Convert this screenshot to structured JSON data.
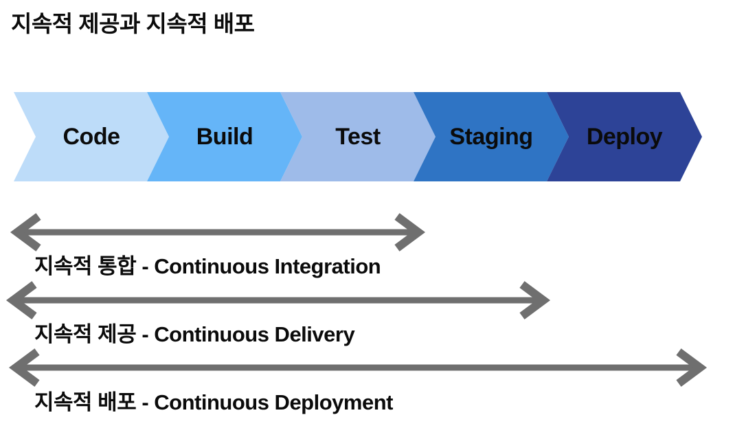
{
  "title": "지속적 제공과 지속적 배포",
  "pipeline": {
    "stages": [
      {
        "label": "Code",
        "color": "#bddcf9"
      },
      {
        "label": "Build",
        "color": "#65b5f8"
      },
      {
        "label": "Test",
        "color": "#9ebbe9"
      },
      {
        "label": "Staging",
        "color": "#2f74c4"
      },
      {
        "label": "Deploy",
        "color": "#2d4397"
      }
    ]
  },
  "ranges": [
    {
      "label": "지속적 통합 - Continuous Integration"
    },
    {
      "label": "지속적 제공 - Continuous Delivery"
    },
    {
      "label": "지속적 배포 - Continuous Deployment"
    }
  ],
  "colors": {
    "arrow": "#6f6f6f",
    "text": "#0b0b0b",
    "background": "#ffffff"
  }
}
